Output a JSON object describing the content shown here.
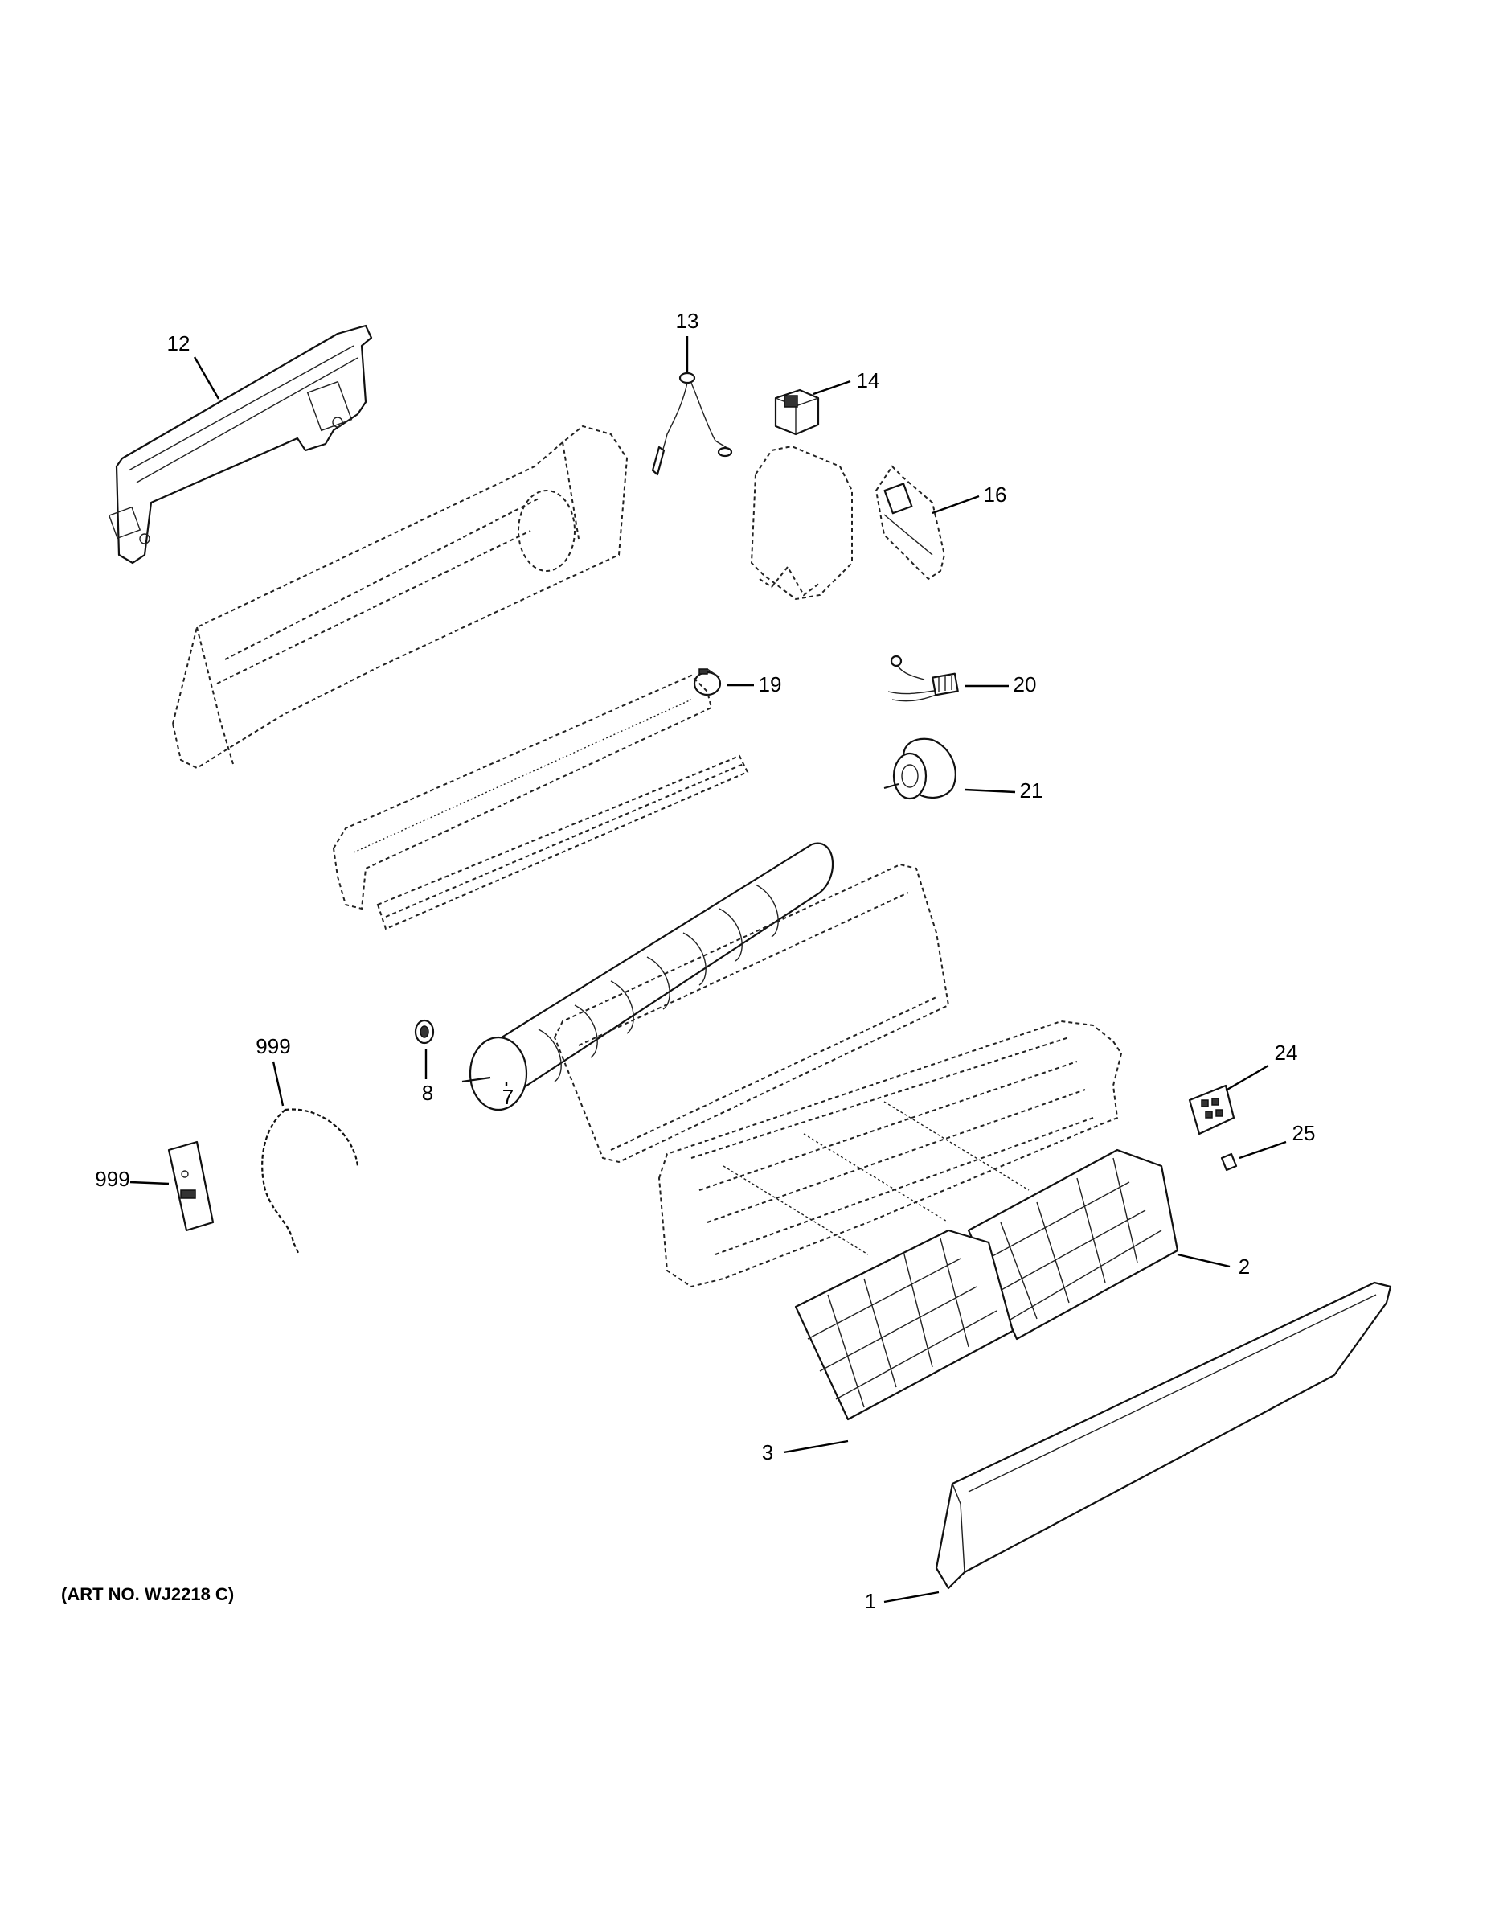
{
  "callouts": {
    "c12": "12",
    "c13": "13",
    "c14": "14",
    "c16": "16",
    "c19": "19",
    "c20": "20",
    "c21": "21",
    "c8": "8",
    "c7": "7",
    "c999_cable": "999",
    "c999_remote": "999",
    "c24": "24",
    "c25": "25",
    "c2": "2",
    "c3": "3",
    "c1": "1"
  },
  "art_number": "(ART NO. WJ2218 C)"
}
